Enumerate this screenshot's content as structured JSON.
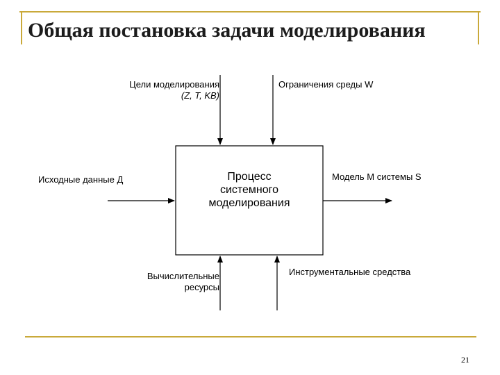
{
  "title": "Общая постановка задачи моделирования",
  "labels": {
    "goals_line1": "Цели моделирования",
    "goals_line2": "(Z, T, KB)",
    "constraints": "Ограничения среды W",
    "input": "Исходные данные Д",
    "output": "Модель M системы S",
    "resources_line1": "Вычислительные",
    "resources_line2": "ресурсы",
    "tools": "Инструментальные средства"
  },
  "process": {
    "line1": "Процесс",
    "line2": "системного",
    "line3": "моделирования"
  },
  "page_number": "21"
}
